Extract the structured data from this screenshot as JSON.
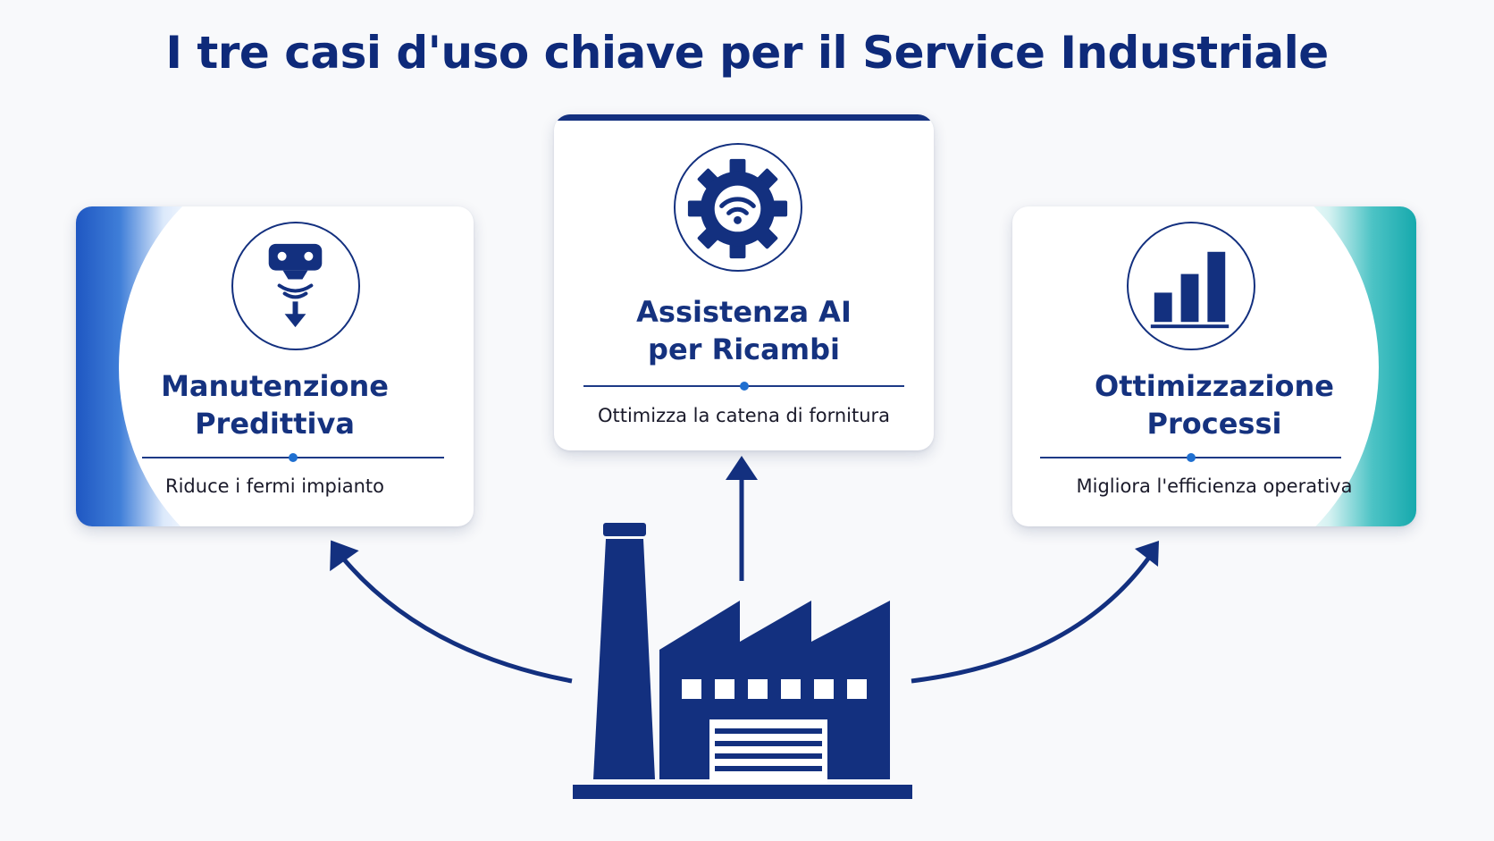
{
  "title": "I tre casi d'uso chiave per il Service Industriale",
  "colors": {
    "navy": "#13307f",
    "accent_blue": "#1f6fd0",
    "accent_teal": "#1cb5b8",
    "left_accent_light": "#dce9fb",
    "right_accent_light": "#d6f2f2"
  },
  "cards": {
    "predictive": {
      "title_line1": "Manutenzione",
      "title_line2": "Predittiva",
      "subtitle": "Riduce i fermi impianto",
      "icon": "sensor-download-icon"
    },
    "ai_parts": {
      "title_line1": "Assistenza AI",
      "title_line2": "per Ricambi",
      "subtitle": "Ottimizza la catena di fornitura",
      "icon": "gear-wifi-icon"
    },
    "process": {
      "title_line1": "Ottimizzazione",
      "title_line2": "Processi",
      "subtitle": "Migliora l'efficienza operativa",
      "icon": "bar-chart-icon"
    }
  },
  "center_icon": "factory-icon"
}
